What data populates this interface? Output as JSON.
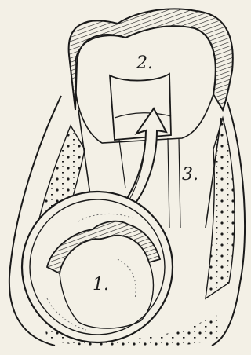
{
  "labels": {
    "one": "1.",
    "two": "2.",
    "three": "3."
  },
  "colors": {
    "paper": "#f3f0e6",
    "ink": "#1a1a1a",
    "shade": "#6b6b6b"
  }
}
